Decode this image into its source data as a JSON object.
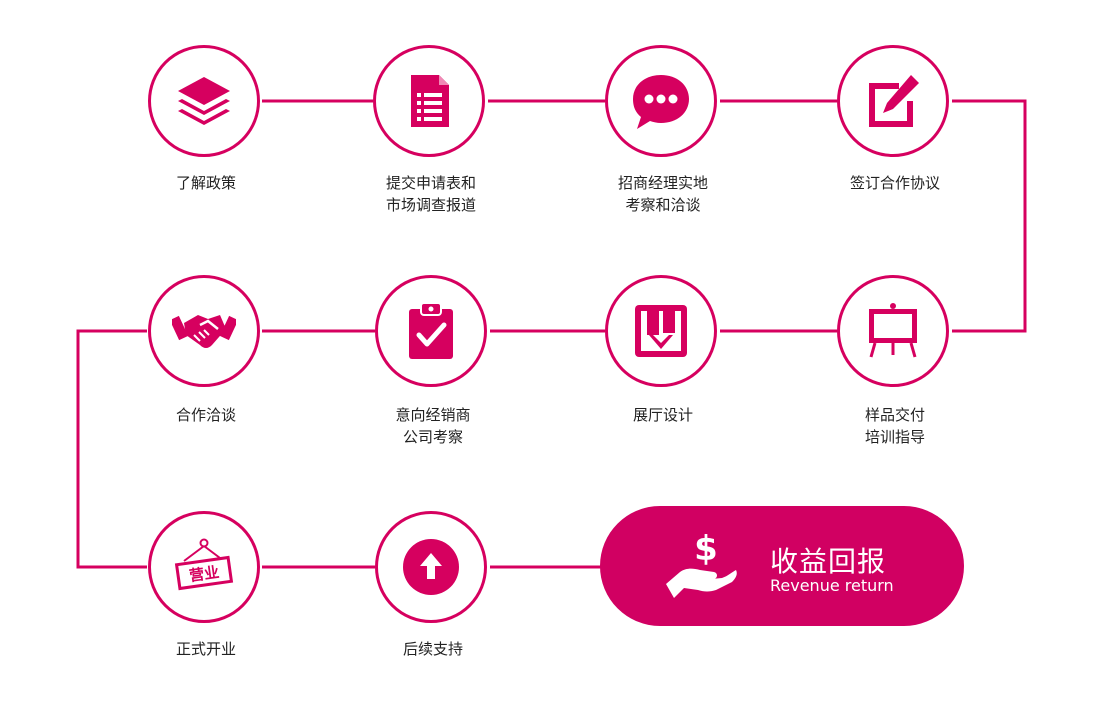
{
  "accent_color": "#d6005f",
  "steps": [
    {
      "icon": "layers-icon",
      "lines": [
        "了解政策"
      ]
    },
    {
      "icon": "document-list-icon",
      "lines": [
        "提交申请表和",
        "市场调查报道"
      ]
    },
    {
      "icon": "chat-bubble-icon",
      "lines": [
        "招商经理实地",
        "考察和洽谈"
      ]
    },
    {
      "icon": "edit-pencil-icon",
      "lines": [
        "签订合作协议"
      ]
    },
    {
      "icon": "presentation-board-icon",
      "lines": [
        "样品交付",
        "培训指导"
      ]
    },
    {
      "icon": "download-book-icon",
      "lines": [
        "展厅设计"
      ]
    },
    {
      "icon": "clipboard-check-icon",
      "lines": [
        "意向经销商",
        "公司考察"
      ]
    },
    {
      "icon": "handshake-icon",
      "lines": [
        "合作洽谈"
      ]
    },
    {
      "icon": "open-sign-icon",
      "lines": [
        "正式开业"
      ],
      "sign_text": "营业"
    },
    {
      "icon": "up-arrow-circle-icon",
      "lines": [
        "后续支持"
      ]
    }
  ],
  "final": {
    "icon": "money-hand-icon",
    "title": "收益回报",
    "subtitle": "Revenue return"
  }
}
